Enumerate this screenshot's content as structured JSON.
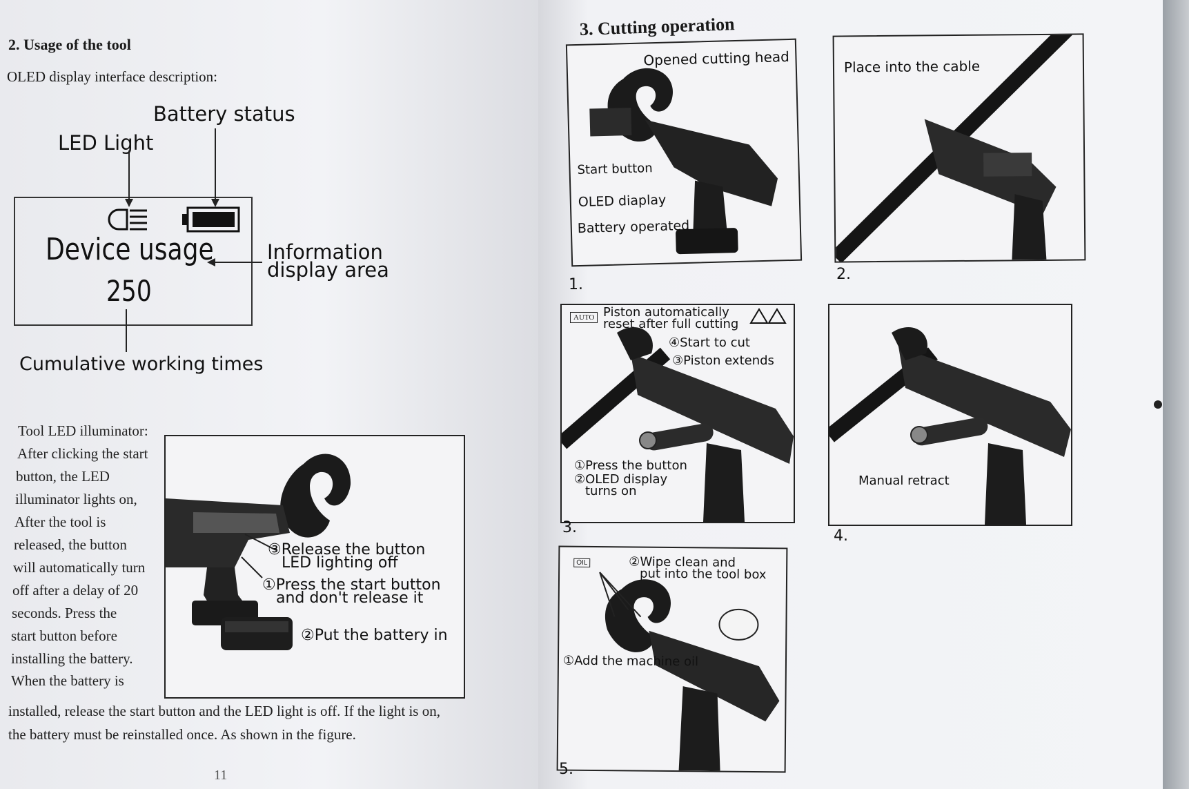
{
  "left": {
    "section_title": "2.  Usage of the tool",
    "oled_heading": "OLED display interface description:",
    "battery_status": "Battery status",
    "led_light": "LED Light",
    "device_usage": "Device usage",
    "usage_count": "250",
    "info_area_line1": "Information",
    "info_area_line2": "display area",
    "cumulative": "Cumulative working times",
    "illuminator_lines": [
      "Tool LED illuminator:",
      "After clicking the start",
      "button,  the  LED",
      "illuminator lights on,",
      "After  the  tool  is",
      "released,  the  button",
      "will automatically turn",
      "off after a delay of 20",
      "seconds.  Press  the",
      "start  button  before",
      "installing  the  battery.",
      "When  the  battery  is"
    ],
    "illuminator_tail1": "installed, release the start button and the LED light is off. If the light is on,",
    "illuminator_tail2": "the battery must be reinstalled once. As shown in the figure.",
    "release_line1": "③Release the button",
    "release_line2": "LED lighting off",
    "press_line1": "①Press the start button",
    "press_line2": "and don't release it",
    "battery_in": "②Put the battery in",
    "page_number": "11"
  },
  "right": {
    "title": "3. Cutting operation",
    "opened_head": "Opened cutting head",
    "start_button": "Start button",
    "oled_diaplay": "OLED diaplay",
    "battery_operated": "Battery operated",
    "step1": "1.",
    "place_cable": "Place into the cable",
    "step2": "2.",
    "auto_badge": "AUTO",
    "piston_reset_line1": "Piston automatically",
    "piston_reset_line2": "reset after full cutting",
    "start_cut": "④Start to cut",
    "piston_extends": "③Piston extends",
    "press_button": "①Press the button",
    "oled_on_line1": "②OLED display",
    "oled_on_line2": "turns on",
    "step3": "3.",
    "manual_retract": "Manual retract",
    "step4": "4.",
    "oil_badge": "OIL",
    "wipe_line1": "②Wipe clean and",
    "wipe_line2": "put into the tool box",
    "add_oil": "①Add the machine oil",
    "step5": "5."
  }
}
